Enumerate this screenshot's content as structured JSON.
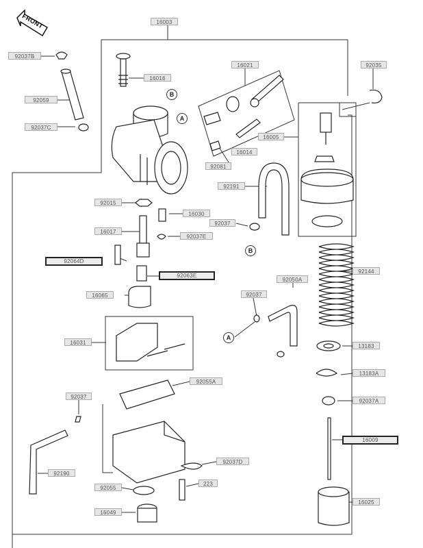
{
  "front_label": "FRONT",
  "labels": [
    {
      "id": "l16003",
      "text": "16003"
    },
    {
      "id": "l92037B",
      "text": "92037B"
    },
    {
      "id": "l92059",
      "text": "92059"
    },
    {
      "id": "l92037C",
      "text": "92037C"
    },
    {
      "id": "l16016",
      "text": "16016"
    },
    {
      "id": "l16021",
      "text": "16021"
    },
    {
      "id": "l92035",
      "text": "92035"
    },
    {
      "id": "l16014",
      "text": "16014"
    },
    {
      "id": "l16005",
      "text": "16005"
    },
    {
      "id": "l92081",
      "text": "92081"
    },
    {
      "id": "l92191",
      "text": "92191"
    },
    {
      "id": "l92015",
      "text": "92015"
    },
    {
      "id": "l16030",
      "text": "16030"
    },
    {
      "id": "l92037a",
      "text": "92037"
    },
    {
      "id": "l16017",
      "text": "16017"
    },
    {
      "id": "l92037E",
      "text": "92037E"
    },
    {
      "id": "l92064D",
      "text": "92064D"
    },
    {
      "id": "l92063E",
      "text": "92063E"
    },
    {
      "id": "l92050A",
      "text": "92050A"
    },
    {
      "id": "l92144",
      "text": "92144"
    },
    {
      "id": "l16065",
      "text": "16065"
    },
    {
      "id": "l92037b",
      "text": "92037"
    },
    {
      "id": "l16031",
      "text": "16031"
    },
    {
      "id": "l13183",
      "text": "13183"
    },
    {
      "id": "l92055A",
      "text": "92055A"
    },
    {
      "id": "l13183A",
      "text": "13183A"
    },
    {
      "id": "l92037c",
      "text": "92037"
    },
    {
      "id": "l92037A",
      "text": "92037A"
    },
    {
      "id": "l16009",
      "text": "16009"
    },
    {
      "id": "l92037D",
      "text": "92037D"
    },
    {
      "id": "l92190",
      "text": "92190"
    },
    {
      "id": "l92055",
      "text": "92055"
    },
    {
      "id": "l223",
      "text": "223"
    },
    {
      "id": "l16025",
      "text": "16025"
    },
    {
      "id": "l16049",
      "text": "16049"
    }
  ],
  "callouts": [
    {
      "id": "cB1",
      "text": "B"
    },
    {
      "id": "cA1",
      "text": "A"
    },
    {
      "id": "cB2",
      "text": "B"
    },
    {
      "id": "cA2",
      "text": "A"
    }
  ]
}
